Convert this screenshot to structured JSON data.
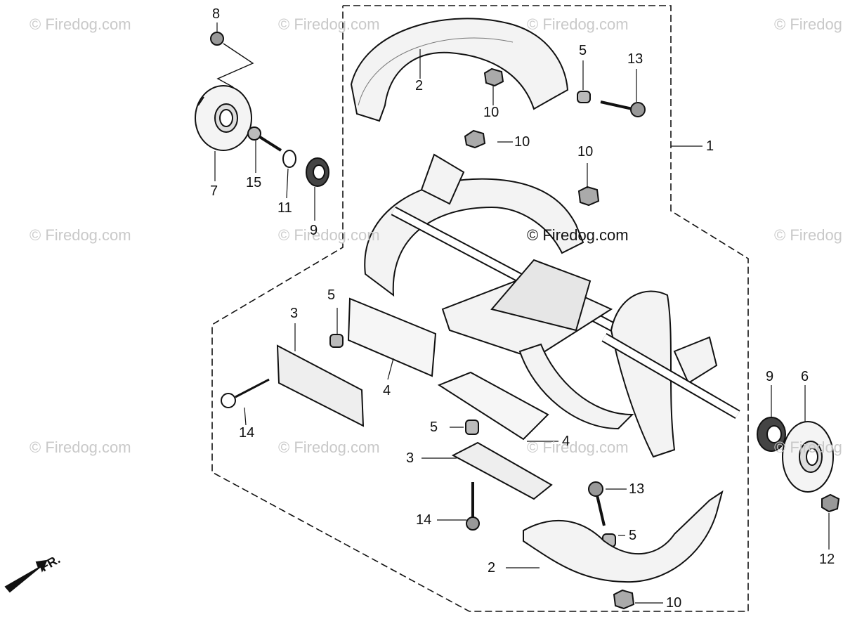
{
  "watermark": {
    "text": "© Firedog.com",
    "color": "#c9c9c9",
    "center_text": "© Firedog.com"
  },
  "direction_marker": {
    "label": "FR."
  },
  "callouts": {
    "c1": "1",
    "c2_top": "2",
    "c2_bottom": "2",
    "c3_left": "3",
    "c3_bottom": "3",
    "c4_left": "4",
    "c4_right": "4",
    "c5_top": "5",
    "c5_mid": "5",
    "c5_lower": "5",
    "c5_bottom": "5",
    "c6": "6",
    "c7": "7",
    "c8": "8",
    "c9_left": "9",
    "c9_right": "9",
    "c10_a": "10",
    "c10_b": "10",
    "c10_c": "10",
    "c10_d": "10",
    "c11": "11",
    "c12": "12",
    "c13_top": "13",
    "c13_bottom": "13",
    "c14_left": "14",
    "c14_bottom": "14",
    "c15": "15"
  }
}
